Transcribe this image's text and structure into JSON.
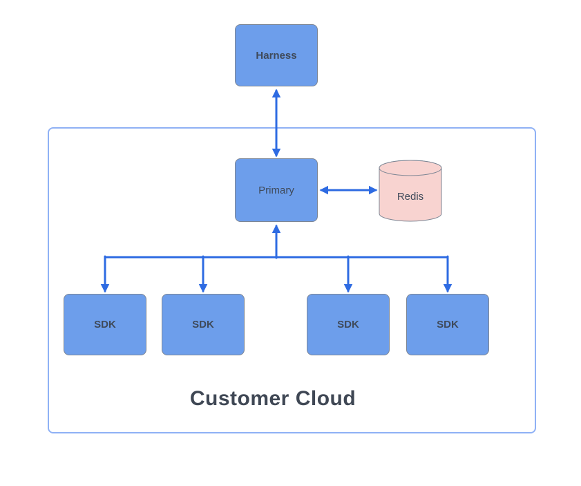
{
  "diagram": {
    "nodes": {
      "harness": {
        "label": "Harness",
        "shape": "rectangle"
      },
      "primary": {
        "label": "Primary",
        "shape": "rectangle"
      },
      "redis": {
        "label": "Redis",
        "shape": "cylinder"
      },
      "sdks": [
        {
          "label": "SDK"
        },
        {
          "label": "SDK"
        },
        {
          "label": "SDK"
        },
        {
          "label": "SDK"
        }
      ]
    },
    "container": {
      "label": "Customer Cloud"
    },
    "edges": [
      {
        "from": "harness",
        "to": "primary",
        "direction": "bidirectional"
      },
      {
        "from": "primary",
        "to": "redis",
        "direction": "bidirectional"
      },
      {
        "from": "primary",
        "to": "sdk-0",
        "direction": "down, with up-arrow into primary"
      },
      {
        "from": "primary",
        "to": "sdk-1",
        "direction": "down"
      },
      {
        "from": "primary",
        "to": "sdk-2",
        "direction": "down"
      },
      {
        "from": "primary",
        "to": "sdk-3",
        "direction": "down"
      }
    ]
  },
  "colors": {
    "canvas-bg": "#ffffff",
    "node-fill": "#6d9eeb",
    "node-border": "#7d8694",
    "redis-fill": "#f8d3d0",
    "container-border": "#8fb1f5",
    "arrow-color": "#2e6be2",
    "label-color": "#3f4a5a",
    "title-color": "#3f4754"
  }
}
